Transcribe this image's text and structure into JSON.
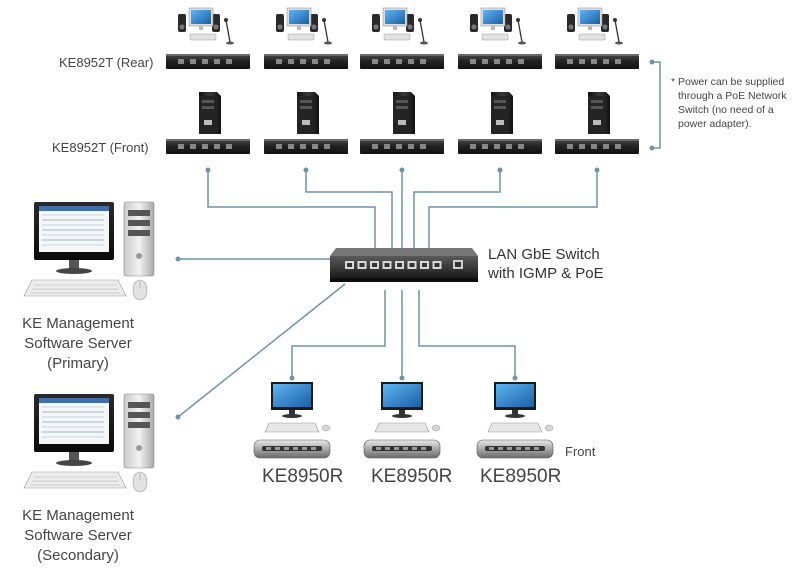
{
  "labels": {
    "rear_row": "KE8952T (Rear)",
    "front_row": "KE8952T (Front)",
    "switch_line1": "LAN GbE Switch",
    "switch_line2": "with IGMP & PoE",
    "front_note": "Front"
  },
  "power_note": [
    "* Power can be supplied",
    "through a PoE Network",
    "Switch (no need of a",
    "power adapter)."
  ],
  "servers": [
    {
      "line1": "KE Management",
      "line2": "Software Server",
      "line3": "(Primary)"
    },
    {
      "line1": "KE Management",
      "line2": "Software Server",
      "line3": "(Secondary)"
    }
  ],
  "receivers": [
    "KE8950R",
    "KE8950R",
    "KE8950R"
  ],
  "colors": {
    "connector": "#6f93a8",
    "device_dark": "#2a2a2a",
    "monitor_screen": "#1f6fb8",
    "tower": "#1e1e1e"
  },
  "icons": {
    "workstation": "desktop-computer-icon",
    "tower_pc": "tower-computer-icon",
    "transmitter": "ke8952t-device-icon",
    "switch": "network-switch-icon",
    "receiver": "ke8950r-device-icon",
    "server": "management-server-icon"
  }
}
